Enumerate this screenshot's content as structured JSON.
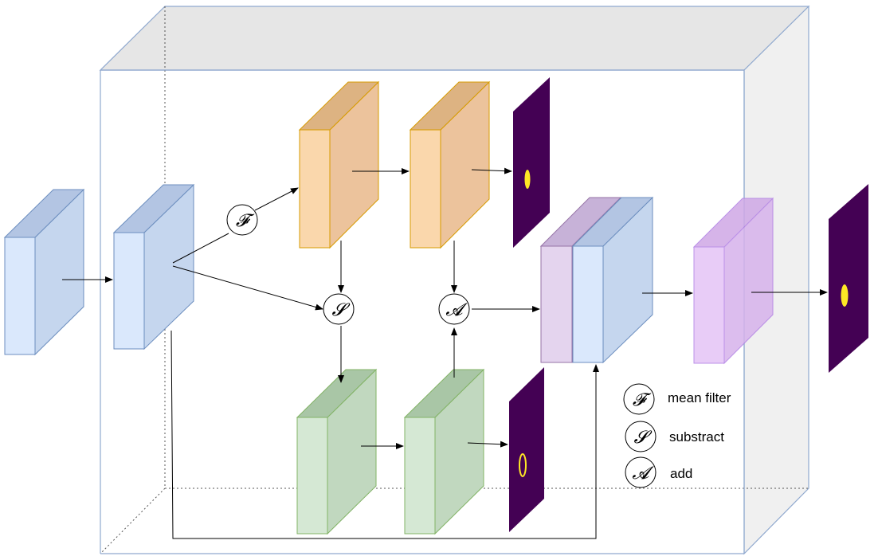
{
  "colors": {
    "blue_face": "#dae8fc",
    "blue_side": "#c5d6ee",
    "blue_top": "#b3c5e3",
    "blue_stroke": "#6c8ebf",
    "orange_face": "#fad7ac",
    "orange_side": "#ecc39c",
    "orange_top": "#ddb382",
    "orange_stroke": "#d79b00",
    "green_face": "#d5e8d4",
    "green_side": "#c1d8bf",
    "green_top": "#a9c6a6",
    "green_stroke": "#82b366",
    "purple_face": "#e4d4ee",
    "purple_top": "#c7b2d8",
    "purple_stroke": "#9673a6",
    "violet_face": "#e5c4f6",
    "violet_stroke": "#b07ee4",
    "map_bg": "#440154",
    "map_blob": "#fde725",
    "container_stroke": "#90a9cf",
    "arrow": "#000000"
  },
  "operators": {
    "mean_filter": "𝓕",
    "subtract": "𝓢",
    "add": "𝓐"
  },
  "legend": {
    "items": [
      {
        "symbol": "𝓕",
        "label": "mean filter"
      },
      {
        "symbol": "𝓢",
        "label": "substract"
      },
      {
        "symbol": "𝓐",
        "label": "add"
      }
    ]
  }
}
